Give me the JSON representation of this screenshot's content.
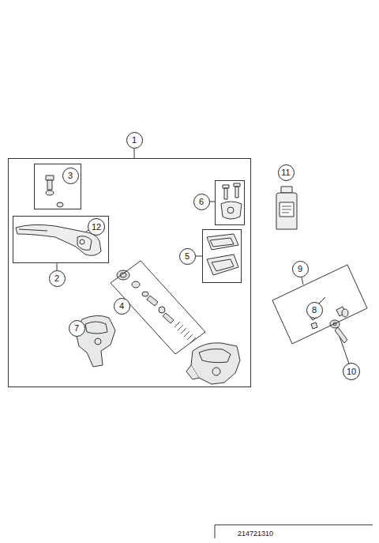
{
  "diagram": {
    "nodes": [
      {
        "text": [
          "1"
        ]
      },
      {
        "text": [
          "3"
        ],
        "in": 0
      },
      {
        "text": [
          "2"
        ],
        "in": 0
      },
      {
        "text": [
          "4"
        ],
        "in": 0
      },
      {
        "text": [
          "6"
        ],
        "in": 0
      },
      {
        "text": [
          "5"
        ],
        "in": 0
      },
      {
        "text": [
          "9"
        ]
      }
    ],
    "labels": [
      "12",
      "7",
      "11",
      "8",
      "10",
      "214721310"
    ]
  }
}
